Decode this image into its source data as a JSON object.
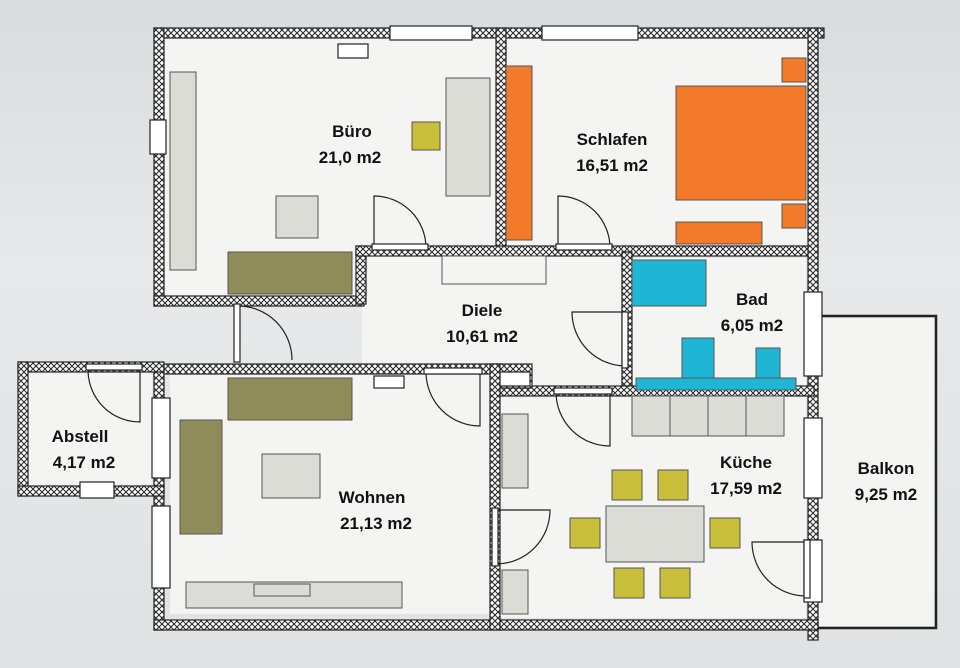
{
  "rooms": [
    {
      "id": "buero",
      "name": "Büro",
      "area": "21,0 m2"
    },
    {
      "id": "schlafen",
      "name": "Schlafen",
      "area": "16,51 m2"
    },
    {
      "id": "bad",
      "name": "Bad",
      "area": "6,05 m2"
    },
    {
      "id": "diele",
      "name": "Diele",
      "area": "10,61 m2"
    },
    {
      "id": "abstell",
      "name": "Abstell",
      "area": "4,17 m2"
    },
    {
      "id": "wohnen",
      "name": "Wohnen",
      "area": "21,13 m2"
    },
    {
      "id": "kueche",
      "name": "Küche",
      "area": "17,59 m2"
    },
    {
      "id": "balkon",
      "name": "Balkon",
      "area": "9,25 m2"
    }
  ],
  "colors": {
    "wall_hatch": "#2a2a2a",
    "floor": "#f4f5f3",
    "orange": "#f27a2a",
    "cyan": "#1fb6d6",
    "olive": "#8f8c5a",
    "mustard": "#c9bf3a",
    "grey_furniture": "#dcdcd6"
  }
}
